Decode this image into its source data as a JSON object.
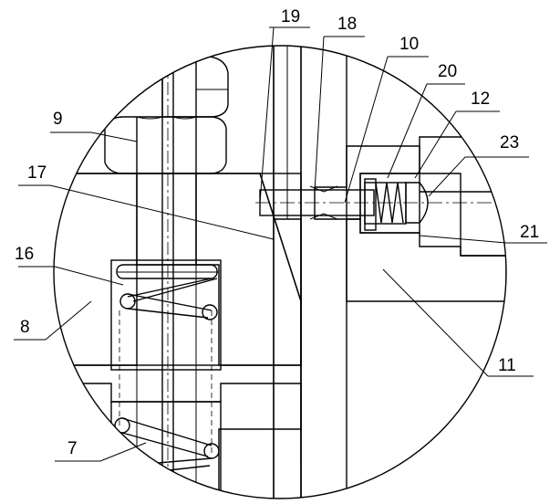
{
  "labels": {
    "l19": "19",
    "l18": "18",
    "l10": "10",
    "l20": "20",
    "l12": "12",
    "l23": "23",
    "l9": "9",
    "l17": "17",
    "l21": "21",
    "l16": "16",
    "l8": "8",
    "l11": "11",
    "l7": "7"
  }
}
